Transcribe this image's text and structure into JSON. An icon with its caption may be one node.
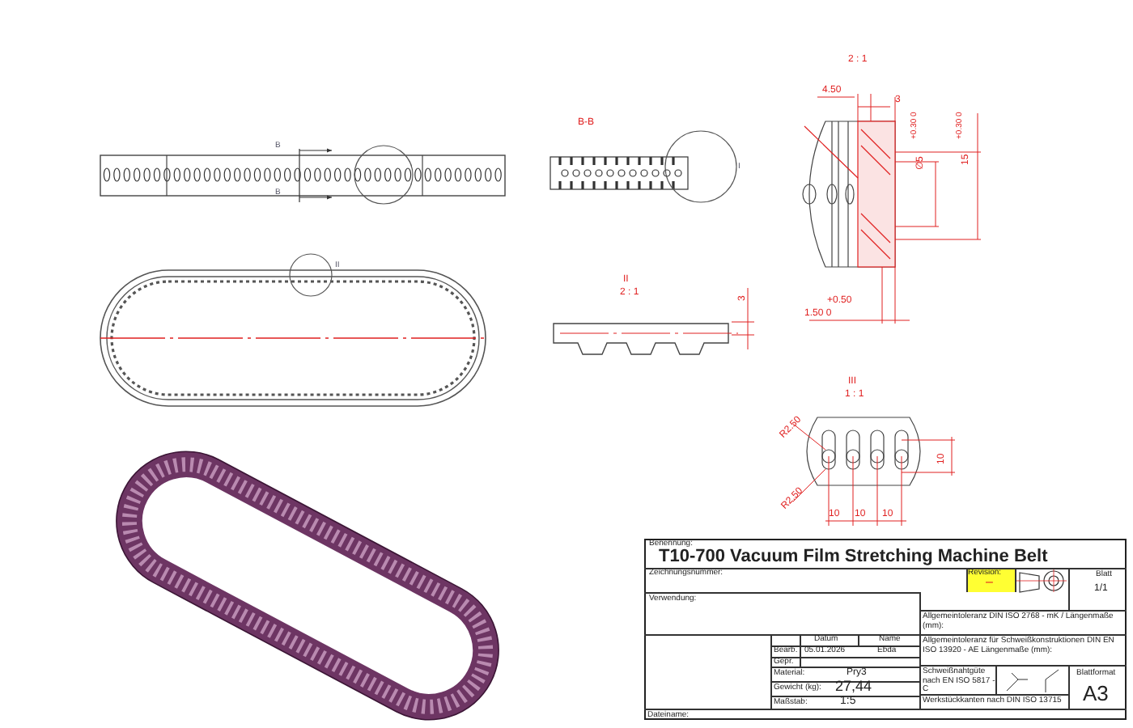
{
  "diagram": {
    "labels": [
      "2 : 1",
      "B-B",
      "4.50",
      "3",
      "+0.30 0",
      "∅5",
      "+0.30 0",
      "15",
      "B",
      "B",
      "I",
      "II",
      "II",
      "2 : 1",
      "3",
      "+0.50",
      "1.50 0",
      "III",
      "1 : 1",
      "R2.50",
      "R2.50",
      "10",
      "10",
      "10",
      "10",
      "Benennung:",
      "T10-700 Vacuum Film Stretching Machine Belt",
      "Zeichnungsnummer:",
      "Revision:",
      "–",
      "Blatt",
      "1/1",
      "Verwendung:",
      "Allgemeintoleranz DIN ISO 2768 - mK / Längenmaße (mm):",
      "Allgemeintoleranz für Schweißkonstruktionen DIN EN ISO 13920 - AE Längenmaße (mm):",
      "Datum",
      "Name",
      "Bearb.",
      "05.01.2026",
      "Ebda",
      "Gepr.",
      "Material:",
      "Pry3",
      "Gewicht (kg):",
      "27,44",
      "Maßstab:",
      "1:5",
      "Schweißnahtgüte nach EN ISO 5817 - C",
      "Werkstückkanten nach DIN ISO 13715",
      "Blattformat",
      "A3",
      "Dateiname:"
    ]
  }
}
